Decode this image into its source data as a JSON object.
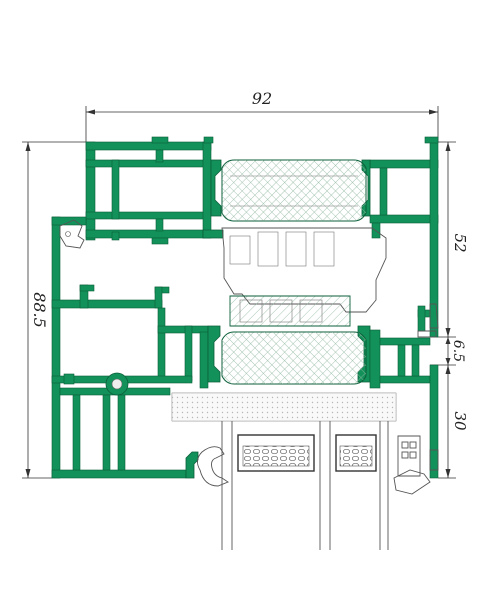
{
  "dimensions": {
    "width_top": "92",
    "height_left": "88.5",
    "right_upper": "52",
    "right_middle": "6.5",
    "right_lower": "30"
  },
  "colors": {
    "profile": "#13915a",
    "profile_edge": "#0b5f3a",
    "thermal_break_fill": "#eaf3ee",
    "hatch": "#8fb8a0",
    "gasket": "#cccccc"
  }
}
